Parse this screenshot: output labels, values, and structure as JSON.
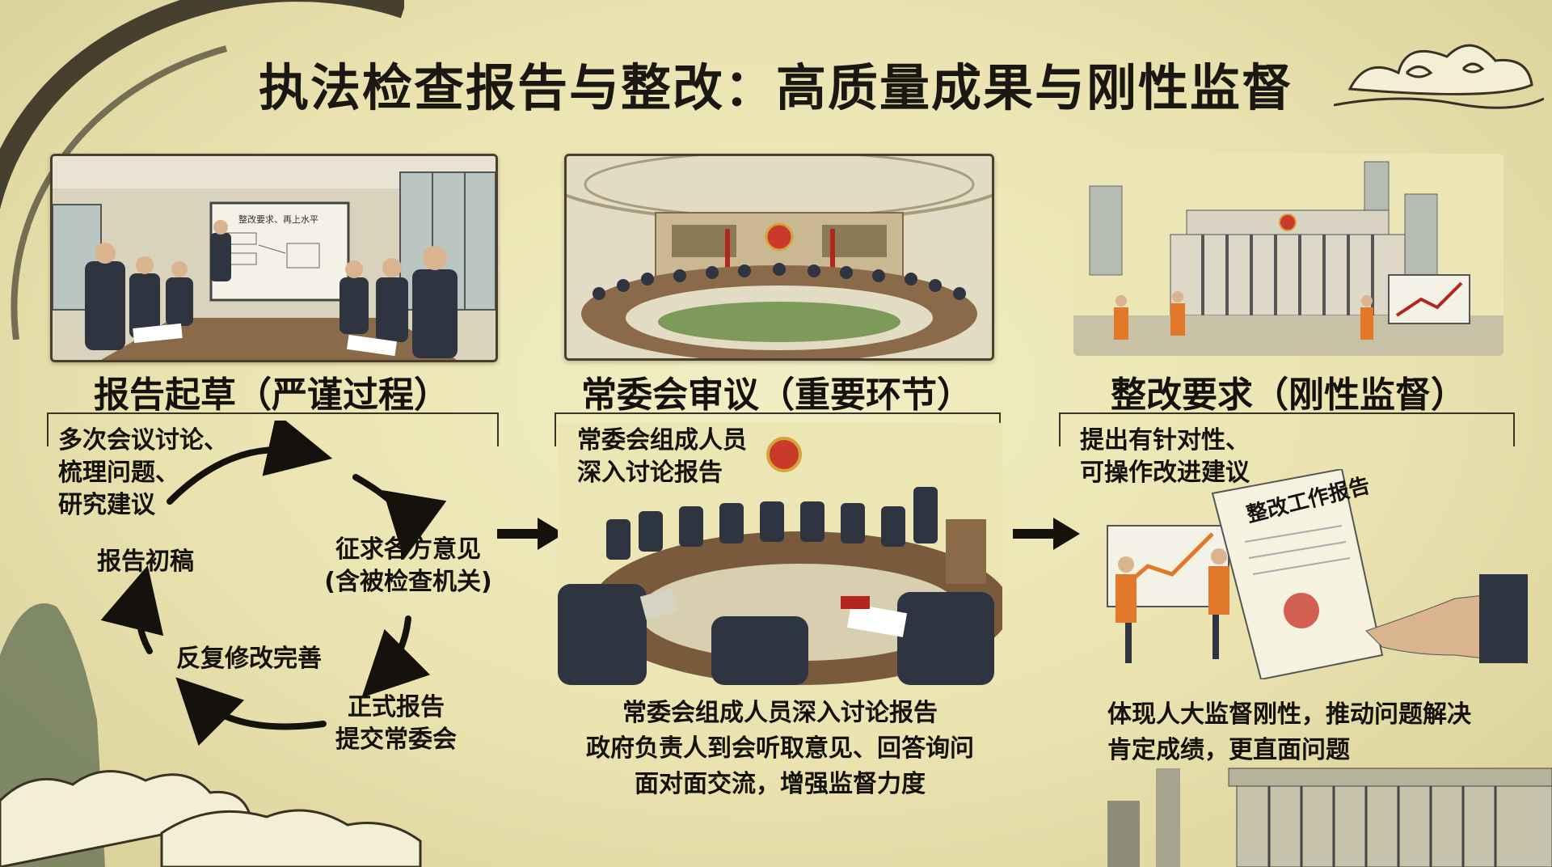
{
  "title": "执法检查报告与整改：高质量成果与刚性监督",
  "sections": [
    {
      "heading": "报告起草（严谨过程）",
      "cycle": {
        "step1": [
          "多次会议讨论、",
          "梳理问题、",
          "研究建议"
        ],
        "step2": [
          "征求各方意见",
          "(含被检查机关)"
        ],
        "step3": [
          "正式报告",
          "提交常委会"
        ],
        "step4": [
          "反复修改完善"
        ],
        "step5": [
          "报告初稿"
        ]
      },
      "whiteboard_text": "整改要求、再上水平"
    },
    {
      "heading": "常委会审议（重要环节）",
      "caption_top": [
        "常委会组成人员",
        "深入讨论报告"
      ],
      "caption_bottom": [
        "常委会组成人员深入讨论报告",
        "政府负责人到会听取意见、回答询问",
        "面对面交流，增强监督力度"
      ]
    },
    {
      "heading": "整改要求（刚性监督）",
      "caption_top": [
        "提出有针对性、",
        "可操作改进建议"
      ],
      "scroll_title": "整改工作报告",
      "caption_bottom": [
        "体现人大监督刚性，推动问题解决",
        "肯定成绩，更直面问题"
      ]
    }
  ],
  "colors": {
    "background": "#ece5b4",
    "ink": "#15120d",
    "accent_red": "#b3261e",
    "vest_orange": "#e1782a",
    "suit": "#2f3441"
  }
}
